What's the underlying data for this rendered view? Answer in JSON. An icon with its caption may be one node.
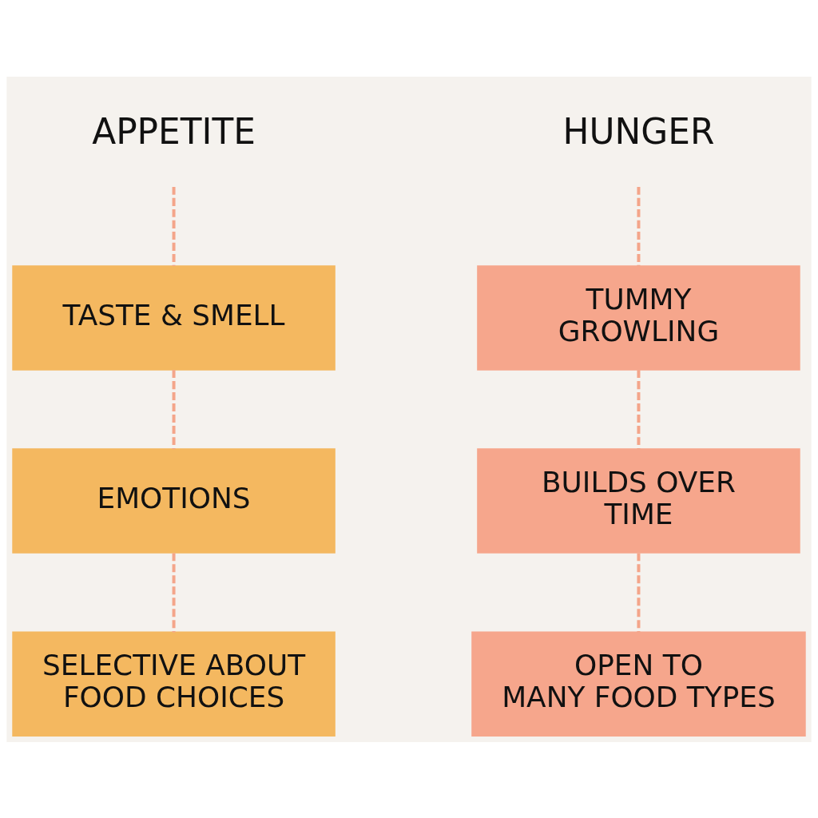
{
  "diagram": {
    "nodes": [
      {
        "text": [
          "APPETITE"
        ]
      },
      {
        "text": [
          "HUNGER"
        ]
      },
      {
        "text": [
          "TASTE & SMELL"
        ]
      },
      {
        "text": [
          "EMOTIONS"
        ]
      },
      {
        "text": [
          "SELECTIVE ABOUT FOOD CHOICES"
        ]
      },
      {
        "text": [
          "TUMMY GROWLING"
        ]
      },
      {
        "text": [
          "BUILDS OVER TIME"
        ]
      },
      {
        "text": [
          "OPEN TO MANY FOOD TYPES"
        ]
      }
    ],
    "edges": [
      {
        "from": 0,
        "to": 2,
        "arrow": "none",
        "style": "dashed"
      },
      {
        "from": 2,
        "to": 3,
        "arrow": "none",
        "style": "dashed"
      },
      {
        "from": 3,
        "to": 4,
        "arrow": "none",
        "style": "dashed"
      },
      {
        "from": 1,
        "to": 5,
        "arrow": "none",
        "style": "dashed"
      },
      {
        "from": 5,
        "to": 6,
        "arrow": "none",
        "style": "dashed"
      },
      {
        "from": 6,
        "to": 7,
        "arrow": "none",
        "style": "dashed"
      }
    ]
  }
}
